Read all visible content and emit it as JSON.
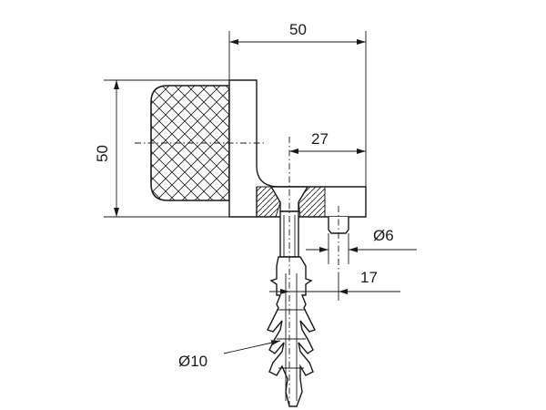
{
  "dimensions": {
    "top_width": "50",
    "side_height": "50",
    "offset": "27",
    "pin_diameter": "Ø6",
    "dowel_offset": "17",
    "dowel_diameter": "Ø10"
  }
}
